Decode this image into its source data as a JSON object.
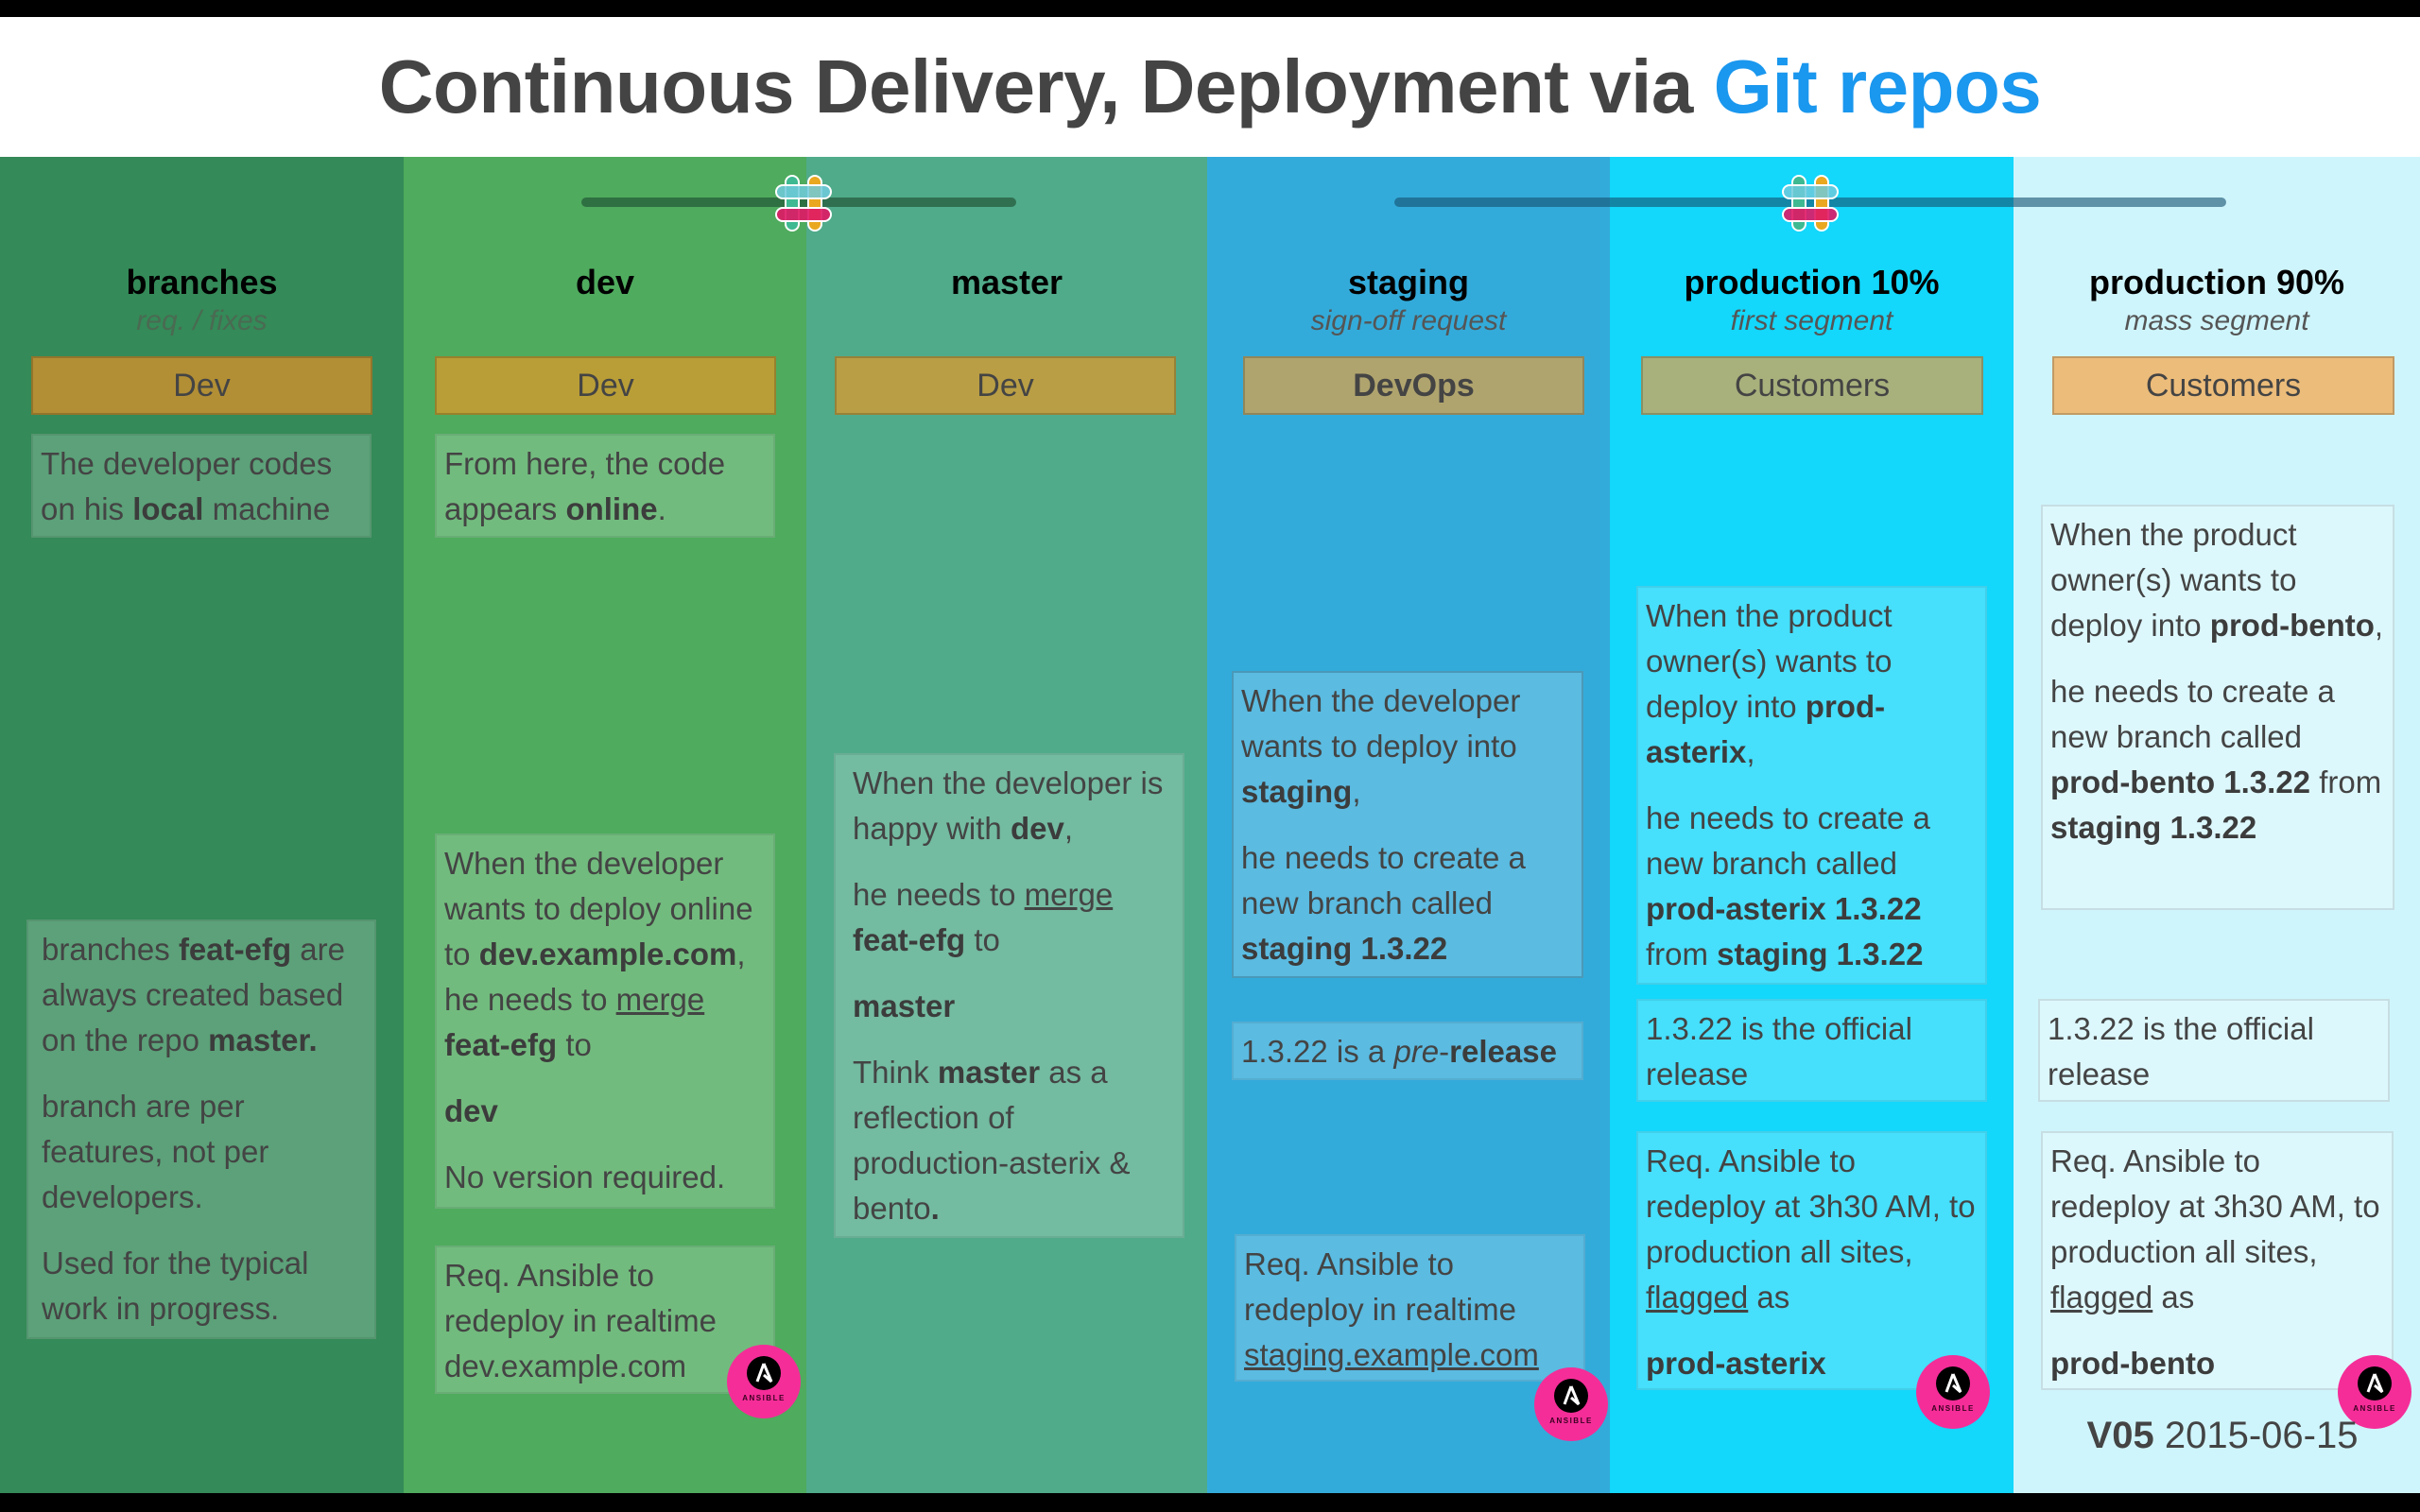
{
  "title": {
    "main": "Continuous Delivery, Deployment via",
    "accent": "Git repos"
  },
  "colors": {
    "accent": "#1a97ee",
    "col_branches": "#348a58",
    "col_dev": "#4fab5e",
    "col_master": "#50ab8a",
    "col_staging": "#33abda",
    "col_prod10": "#13d7fb",
    "col_prod90": "#cff5fc",
    "ansible": "#f52d98"
  },
  "icons": {
    "slack": "slack-icon",
    "ansible": "ansible-icon"
  },
  "ansible_label": "ANSIBLE",
  "columns": [
    {
      "title": "branches",
      "subtitle": "req. / fixes",
      "role": "Dev",
      "boxes": [
        {
          "parts": [
            [
              "t",
              "The developer codes on his "
            ],
            [
              "b",
              "local"
            ],
            [
              "t",
              " machine"
            ]
          ]
        },
        {
          "paragraphs": [
            [
              [
                "t",
                "branches "
              ],
              [
                "b",
                "feat-efg"
              ],
              [
                "t",
                " are always created based on the repo "
              ],
              [
                "b",
                "master."
              ]
            ],
            [
              [
                "t",
                "branch are per features, not per developers."
              ]
            ],
            [
              [
                "t",
                "Used for the typical work in progress."
              ]
            ]
          ]
        }
      ]
    },
    {
      "title": "dev",
      "subtitle": "",
      "role": "Dev",
      "boxes": [
        {
          "parts": [
            [
              "t",
              "From here, the code appears "
            ],
            [
              "b",
              "online"
            ],
            [
              "t",
              "."
            ]
          ]
        },
        {
          "paragraphs": [
            [
              [
                "t",
                "When the developer wants to deploy online to "
              ],
              [
                "b",
                "dev.example.com"
              ],
              [
                "t",
                ", he needs to "
              ],
              [
                "u",
                "merge"
              ],
              [
                "t",
                " "
              ],
              [
                "b",
                "feat-efg"
              ],
              [
                "t",
                " to"
              ]
            ],
            [
              [
                "b",
                "dev"
              ]
            ],
            [
              [
                "t",
                "No version required."
              ]
            ]
          ]
        },
        {
          "parts": [
            [
              "t",
              "Req. Ansible to redeploy in realtime dev.example.com"
            ]
          ]
        }
      ]
    },
    {
      "title": "master",
      "subtitle": "",
      "role": "Dev",
      "boxes": [
        {
          "paragraphs": [
            [
              [
                "t",
                "When the developer is happy with "
              ],
              [
                "b",
                "dev"
              ],
              [
                "t",
                ","
              ]
            ],
            [
              [
                "t",
                "he needs to "
              ],
              [
                "u",
                "merge"
              ],
              [
                "t",
                " "
              ],
              [
                "b",
                "feat-efg"
              ],
              [
                "t",
                " to"
              ]
            ],
            [
              [
                "b",
                "master"
              ]
            ],
            [
              [
                "t",
                "Think "
              ],
              [
                "b",
                "master"
              ],
              [
                "t",
                " as a reflection of production-asterix & bento"
              ],
              [
                "b",
                "."
              ]
            ]
          ]
        }
      ]
    },
    {
      "title": "staging",
      "subtitle": "sign-off request",
      "role": "DevOps",
      "boxes": [
        {
          "paragraphs": [
            [
              [
                "t",
                "When the developer wants to deploy into "
              ],
              [
                "b",
                "staging"
              ],
              [
                "t",
                ","
              ]
            ],
            [
              [
                "t",
                "he needs to create a new branch called "
              ],
              [
                "b",
                "staging 1.3.22"
              ]
            ]
          ]
        },
        {
          "parts": [
            [
              "t",
              "1.3.22 is a "
            ],
            [
              "i",
              "pre"
            ],
            [
              "t",
              "-"
            ],
            [
              "b",
              "release"
            ]
          ]
        },
        {
          "parts": [
            [
              "t",
              "Req. Ansible to redeploy in realtime "
            ],
            [
              "u",
              "staging.example.com"
            ]
          ]
        }
      ]
    },
    {
      "title": "production 10%",
      "subtitle": "first segment",
      "role": "Customers",
      "boxes": [
        {
          "paragraphs": [
            [
              [
                "t",
                "When the product owner(s) wants to deploy into "
              ],
              [
                "b",
                "prod-asterix"
              ],
              [
                "t",
                ","
              ]
            ],
            [
              [
                "t",
                "he needs to create a new branch called "
              ],
              [
                "b",
                "prod-asterix 1.3.22"
              ],
              [
                "t",
                " from "
              ],
              [
                "b",
                "staging 1.3.22"
              ]
            ]
          ]
        },
        {
          "parts": [
            [
              "t",
              "1.3.22 is the official release"
            ]
          ]
        },
        {
          "paragraphs": [
            [
              [
                "t",
                "Req. Ansible to redeploy at 3h30 AM, to production all sites, "
              ],
              [
                "u",
                "flagged"
              ],
              [
                "t",
                " as"
              ]
            ],
            [
              [
                "b",
                "prod-asterix"
              ]
            ]
          ]
        }
      ]
    },
    {
      "title": "production 90%",
      "subtitle": "mass segment",
      "role": "Customers",
      "boxes": [
        {
          "paragraphs": [
            [
              [
                "t",
                "When the product owner(s) wants to deploy into "
              ],
              [
                "b",
                "prod-bento"
              ],
              [
                "t",
                ","
              ]
            ],
            [
              [
                "t",
                "he needs to create a new branch called "
              ],
              [
                "b",
                "prod-bento 1.3.22"
              ],
              [
                "t",
                " from "
              ],
              [
                "b",
                "staging 1.3.22"
              ]
            ]
          ]
        },
        {
          "parts": [
            [
              "t",
              "1.3.22 is the official release"
            ]
          ]
        },
        {
          "paragraphs": [
            [
              [
                "t",
                "Req. Ansible to redeploy at 3h30 AM, to production all sites, "
              ],
              [
                "u",
                "flagged"
              ],
              [
                "t",
                " as"
              ]
            ],
            [
              [
                "b",
                "prod-bento"
              ]
            ]
          ]
        }
      ]
    }
  ],
  "version": {
    "label": "V05",
    "date": "2015-06-15"
  }
}
